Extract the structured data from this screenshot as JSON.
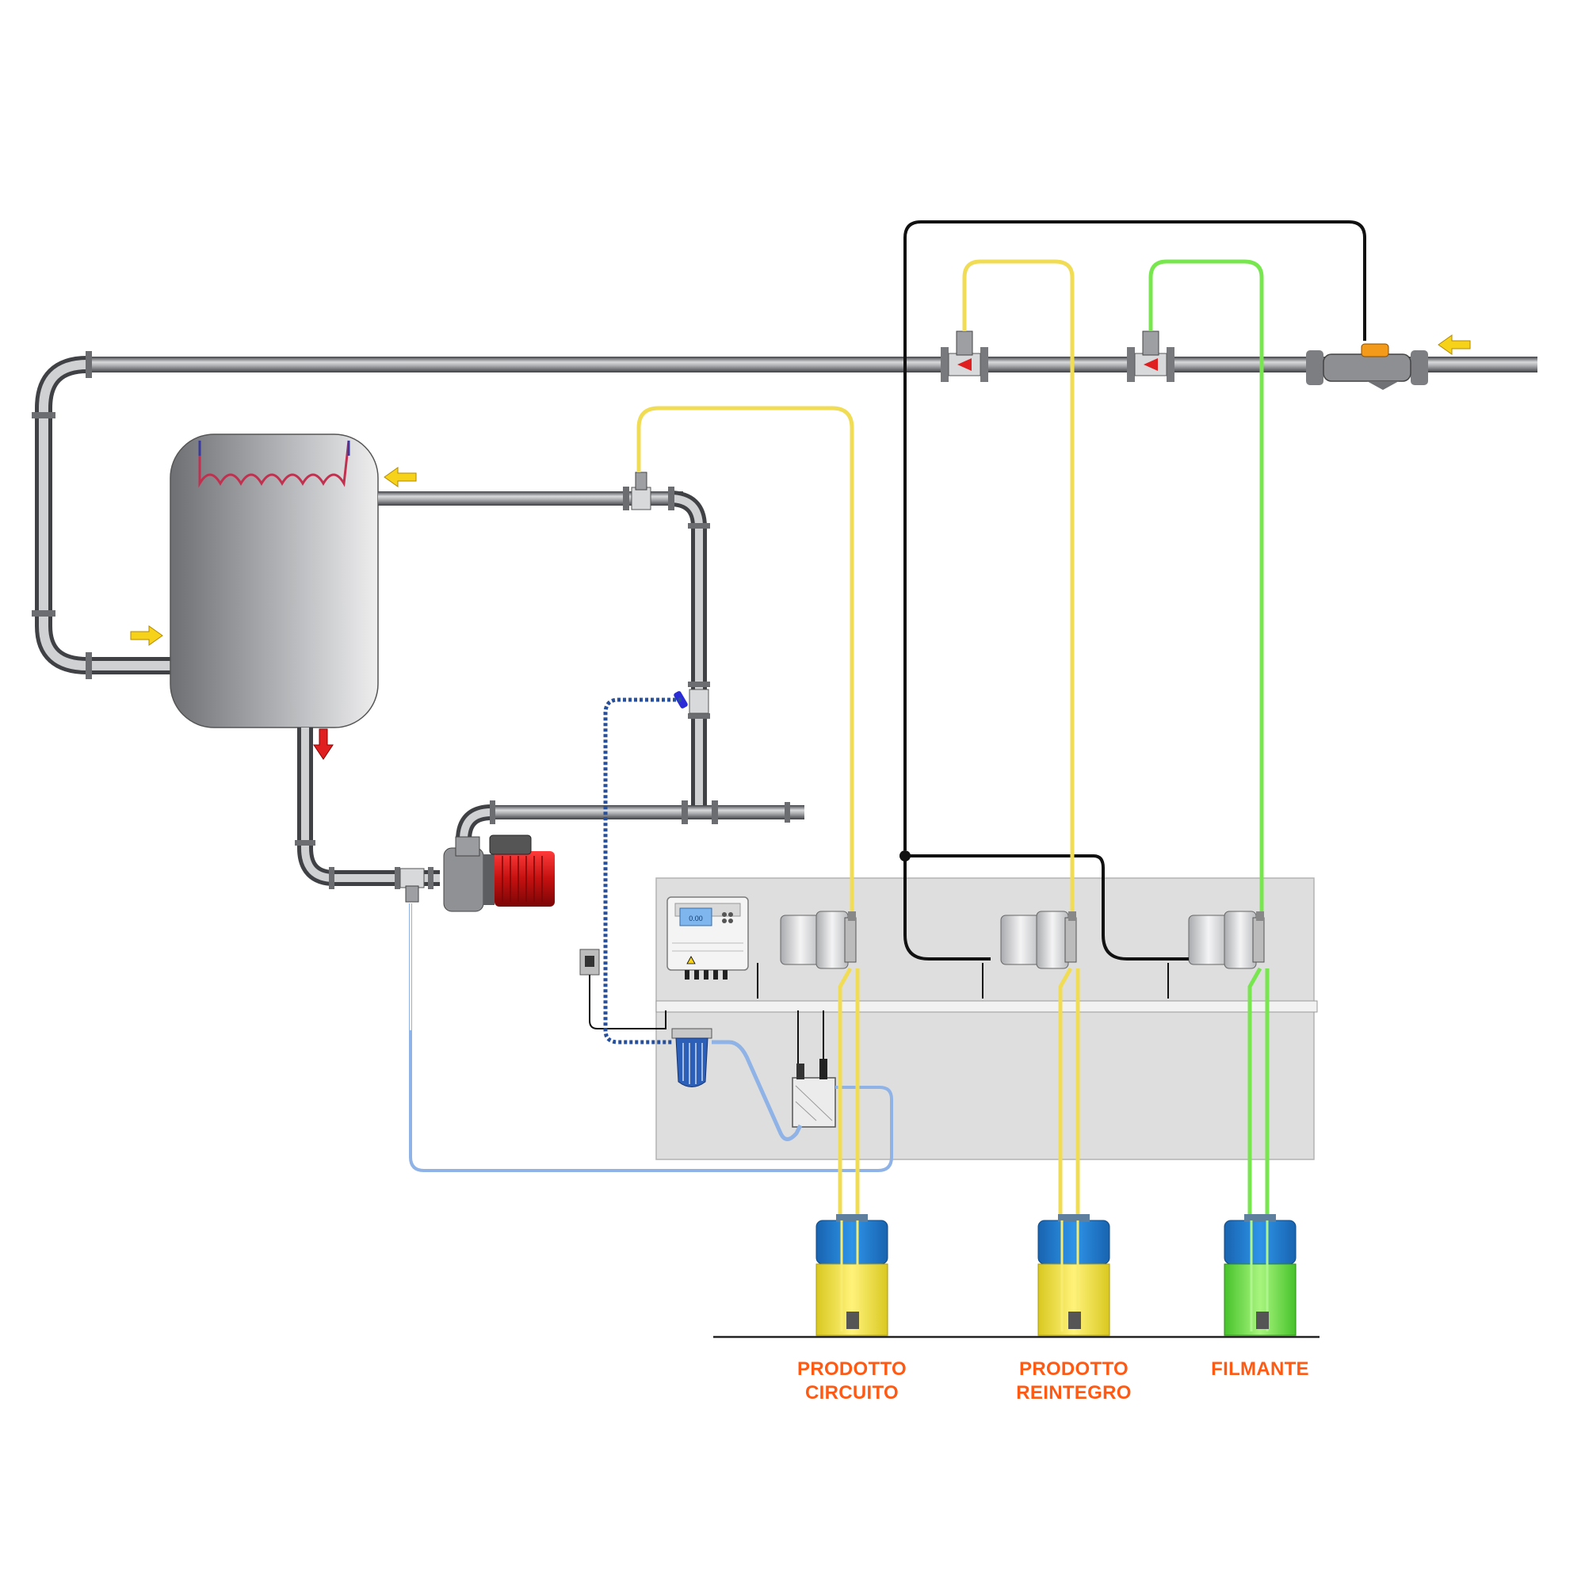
{
  "colors": {
    "pipe_dark": "#5e6064",
    "pipe_light": "#c9cbcd",
    "flange": "#8a8c90",
    "yellow_line": "#f1dc55",
    "green_line": "#78e64f",
    "blue_line": "#8fb3e6",
    "cable": "#111111",
    "arrow_yellow": "#f7d21a",
    "arrow_red": "#e02020",
    "pump_red": "#d01818",
    "panel": "#dedede",
    "tank_blue": "#1f7fd6",
    "tank_yellow": "#f3e640",
    "tank_green": "#6ee24a",
    "label_orange": "#ff5a14"
  },
  "controller_display": "0.00",
  "tanks": [
    {
      "id": "circuito",
      "line_1": "PRODOTTO",
      "line_2": "CIRCUITO",
      "liquid": "yellow"
    },
    {
      "id": "reintegro",
      "line_1": "PRODOTTO",
      "line_2": "REINTEGRO",
      "liquid": "yellow"
    },
    {
      "id": "filmante",
      "line_1": "FILMANTE",
      "line_2": "",
      "liquid": "green"
    }
  ],
  "icons": {
    "flow_arrows": "yellow-arrow-icon",
    "drain_arrow": "red-down-arrow-icon",
    "warning": "warning-triangle-icon"
  }
}
